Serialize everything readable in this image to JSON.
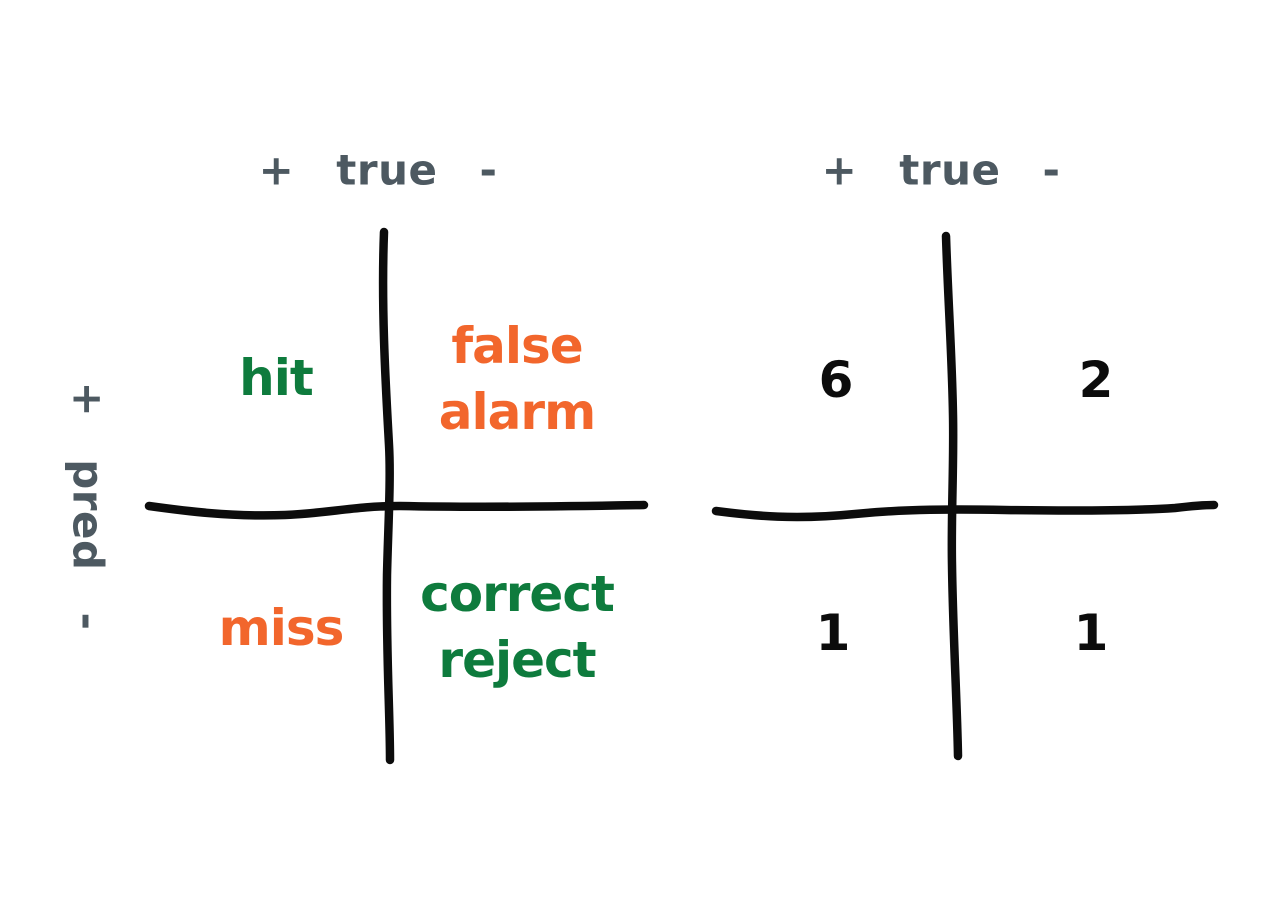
{
  "colors": {
    "green": "#0e7b3d",
    "orange": "#f2662c",
    "gray": "#4d5961",
    "ink": "#0c0c0c"
  },
  "label_matrix": {
    "true_axis": {
      "plus": "+",
      "label": "true",
      "minus": "-"
    },
    "pred_axis": {
      "plus": "+",
      "label": "pred",
      "minus": "-"
    },
    "cells": {
      "hit": {
        "text": "hit"
      },
      "false_alarm": {
        "line1": "false",
        "line2": "alarm"
      },
      "miss": {
        "text": "miss"
      },
      "correct_reject": {
        "line1": "correct",
        "line2": "reject"
      }
    }
  },
  "count_matrix": {
    "true_axis": {
      "plus": "+",
      "label": "true",
      "minus": "-"
    },
    "cells": {
      "hit_count": "6",
      "false_alarm_count": "2",
      "miss_count": "1",
      "correct_reject_count": "1"
    }
  }
}
